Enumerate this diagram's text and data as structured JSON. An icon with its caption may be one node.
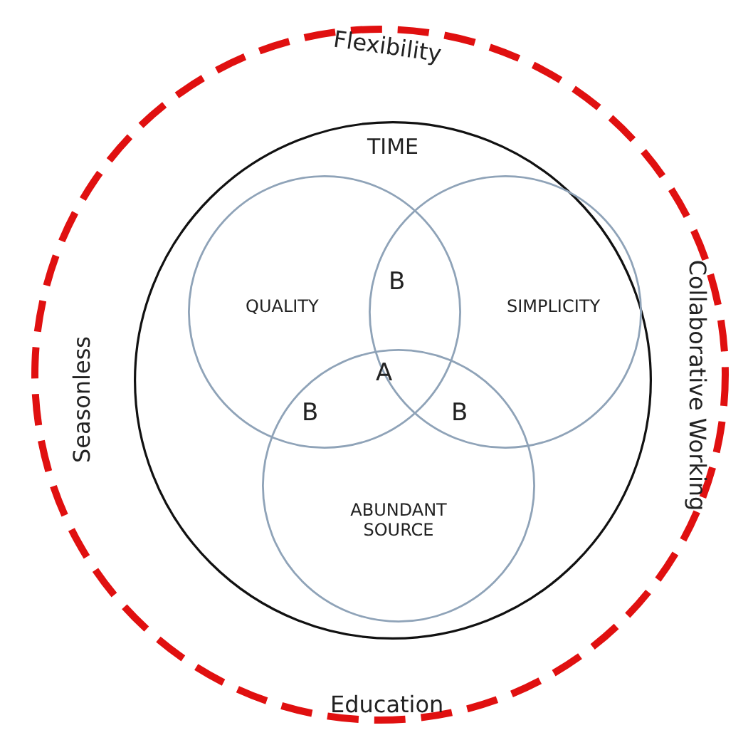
{
  "diagram": {
    "nodes": [
      {
        "text": [
          "Flexibility",
          "Seasonless",
          "Collaborative Working",
          "Education"
        ]
      },
      {
        "text": [
          "TIME"
        ],
        "in": 0
      },
      {
        "text": [
          "QUALITY"
        ],
        "in": 1
      },
      {
        "text": [
          "SIMPLICITY"
        ],
        "in": 1
      },
      {
        "text": [
          "ABUNDANT SOURCE"
        ],
        "in": 1
      }
    ],
    "edges": [],
    "labels": [
      "B",
      "A",
      "B",
      "B"
    ]
  }
}
